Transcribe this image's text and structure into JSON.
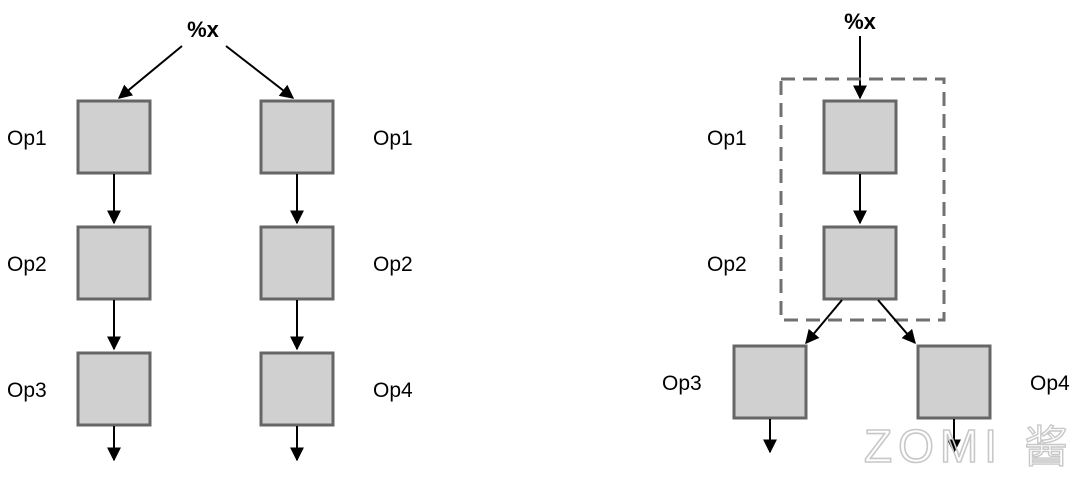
{
  "left_graph": {
    "input_label": "%x",
    "branch_a": {
      "nodes": [
        "Op1",
        "Op2",
        "Op3"
      ]
    },
    "branch_b": {
      "nodes": [
        "Op1",
        "Op2",
        "Op4"
      ]
    }
  },
  "right_graph": {
    "input_label": "%x",
    "fused_nodes": [
      "Op1",
      "Op2"
    ],
    "outputs": [
      "Op3",
      "Op4"
    ]
  },
  "watermark": {
    "text": "ZOMI",
    "suffix": "酱"
  }
}
